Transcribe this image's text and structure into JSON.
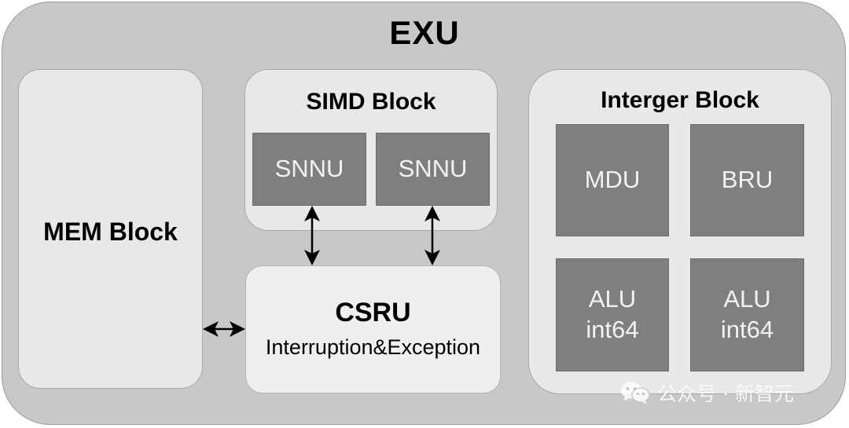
{
  "diagram": {
    "title": "EXU",
    "mem_block": {
      "label": "MEM Block"
    },
    "simd_block": {
      "label": "SIMD Block",
      "units": [
        "SNNU",
        "SNNU"
      ]
    },
    "csru": {
      "title": "CSRU",
      "subtitle": "Interruption&Exception"
    },
    "integer_block": {
      "label": "Interger Block",
      "units": [
        {
          "line1": "MDU",
          "line2": ""
        },
        {
          "line1": "BRU",
          "line2": ""
        },
        {
          "line1": "ALU",
          "line2": "int64"
        },
        {
          "line1": "ALU",
          "line2": "int64"
        }
      ]
    },
    "connections": [
      {
        "from": "SNNU",
        "to": "CSRU",
        "direction": "bidirectional"
      },
      {
        "from": "SNNU",
        "to": "CSRU",
        "direction": "bidirectional"
      },
      {
        "from": "MEM Block",
        "to": "CSRU",
        "direction": "bidirectional"
      }
    ]
  },
  "colors": {
    "outer_fill": "#c8c8c8",
    "block_fill": "#e8e8e8",
    "unit_fill": "#7f7f7f",
    "unit_text": "#f2f2f2"
  },
  "watermark": {
    "icon": "wechat-icon",
    "text": "公众号 · 新智元"
  }
}
